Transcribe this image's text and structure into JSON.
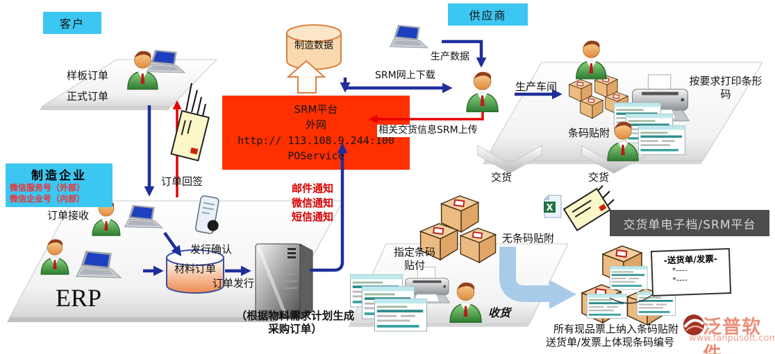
{
  "customer_zone": {
    "title": "客户",
    "sample_order": "样板订单",
    "formal_order": "正式订单",
    "order_signback": "订单回签"
  },
  "manufacturer_zone": {
    "title": "制造企业",
    "wechat_service": "微信服务号（外部）",
    "wechat_enterprise": "微信企业号（内部）",
    "order_receive": "订单接收",
    "issue_confirm": "发行确认",
    "material_order": "材料订单",
    "order_issue": "订单发行",
    "erp_label": "ERP",
    "po_note_line1": "（根据物料需求计划生成",
    "po_note_line2": "采购订单）"
  },
  "srm_platform": {
    "line1": "SRM平台",
    "line2": "外网",
    "line3": "http:// 113.108.9.244:100",
    "line4": "POService",
    "download_label": "SRM网上下载",
    "upload_label": "相关交货信息SRM上传",
    "database_label": "制造数据",
    "notify_mail": "邮件通知",
    "notify_wechat": "微信通知",
    "notify_sms": "短信通知"
  },
  "supplier_zone": {
    "title": "供应商",
    "production_data": "生产数据",
    "production_workshop": "生产车间",
    "print_barcode_line1": "按要求打印条形",
    "print_barcode_line2": "码",
    "barcode_attach": "条码贴附",
    "delivery_left": "交货",
    "delivery_right": "交货"
  },
  "receiving_zone": {
    "designated_line1": "指定条码",
    "designated_line2": "贴付",
    "no_barcode": "无条码贴附",
    "receive_goods": "收货",
    "delivery_doc_title": "交货单电子档/SRM平台",
    "invoice_title": "-送货单/发票-",
    "invoice_row1": "*----",
    "invoice_row2": "*----",
    "note_line1": "所有现品票上纳入条码贴附",
    "note_line2": "送货单/发票上体现条码编号"
  },
  "logo": {
    "name": "泛普软件",
    "url": "www.fanpusoft.com"
  },
  "colors": {
    "accent_cyan": "#3CC7F2",
    "srm_red": "#FF3000",
    "navy_arrow": "#1F2E9B",
    "red_arrow": "#E60000",
    "notice_red": "#D90000",
    "dark_box": "#4D4D4D",
    "light_blue_arrow": "#A9CBEA",
    "logo_salmon": "#E98F7B"
  },
  "icon_names": [
    "person-icon",
    "laptop-icon",
    "printer-icon",
    "server-icon",
    "database-icon",
    "carton-box-icon",
    "envelope-icon",
    "excel-file-icon",
    "smartphone-icon",
    "document-form-icon",
    "logo-icon",
    "up-arrow-icon",
    "chevron-down-icon"
  ]
}
